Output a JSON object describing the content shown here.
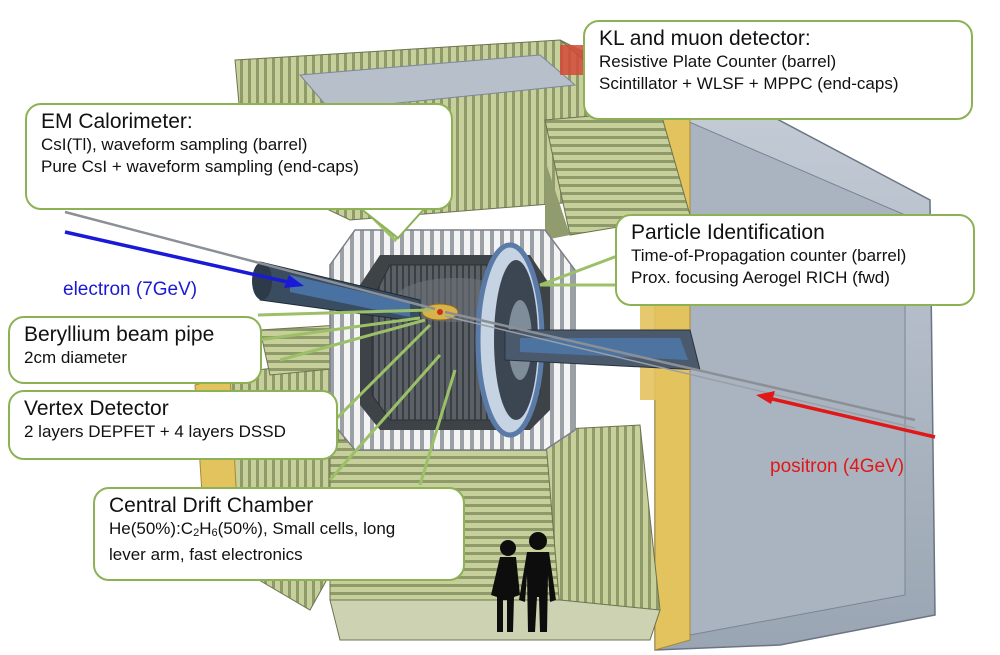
{
  "colors": {
    "callout_border": "#8db256",
    "callout_leader": "#9cc068",
    "electron": "#1a1ad6",
    "positron": "#e01818",
    "detector_outer": "#b5bfcc",
    "detector_side": "#7f8c9c",
    "yoke_green": "#c3cb96",
    "gold_trim": "#e3c35e",
    "drift_chamber": "#555b60"
  },
  "beams": {
    "electron": {
      "label": "electron  (7GeV)",
      "arrow_icon": "arrow-right-icon"
    },
    "positron": {
      "label": "positron (4GeV)",
      "arrow_icon": "arrow-left-icon"
    }
  },
  "callouts": {
    "kl_muon": {
      "title": "KL and muon detector:",
      "lines": [
        "Resistive Plate Counter (barrel)",
        "Scintillator + WLSF + MPPC (end-caps)"
      ]
    },
    "em_calorimeter": {
      "title": "EM Calorimeter:",
      "lines": [
        "CsI(Tl), waveform sampling (barrel)",
        "Pure CsI + waveform sampling (end-caps)"
      ]
    },
    "pid": {
      "title": "Particle Identification",
      "lines": [
        "Time-of-Propagation counter (barrel)",
        "Prox. focusing Aerogel RICH (fwd)"
      ]
    },
    "beam_pipe": {
      "title": "Beryllium beam pipe",
      "lines": [
        "2cm diameter"
      ]
    },
    "vertex": {
      "title": "Vertex Detector",
      "lines": [
        "2 layers DEPFET + 4 layers DSSD"
      ]
    },
    "cdc": {
      "title": "Central Drift Chamber",
      "line1_parts": [
        "He(50%):C",
        "2",
        "H",
        "6",
        "(50%), Small cells, long"
      ],
      "line2": "lever arm,  fast electronics"
    }
  },
  "people_icon": "people-silhouette-icon"
}
